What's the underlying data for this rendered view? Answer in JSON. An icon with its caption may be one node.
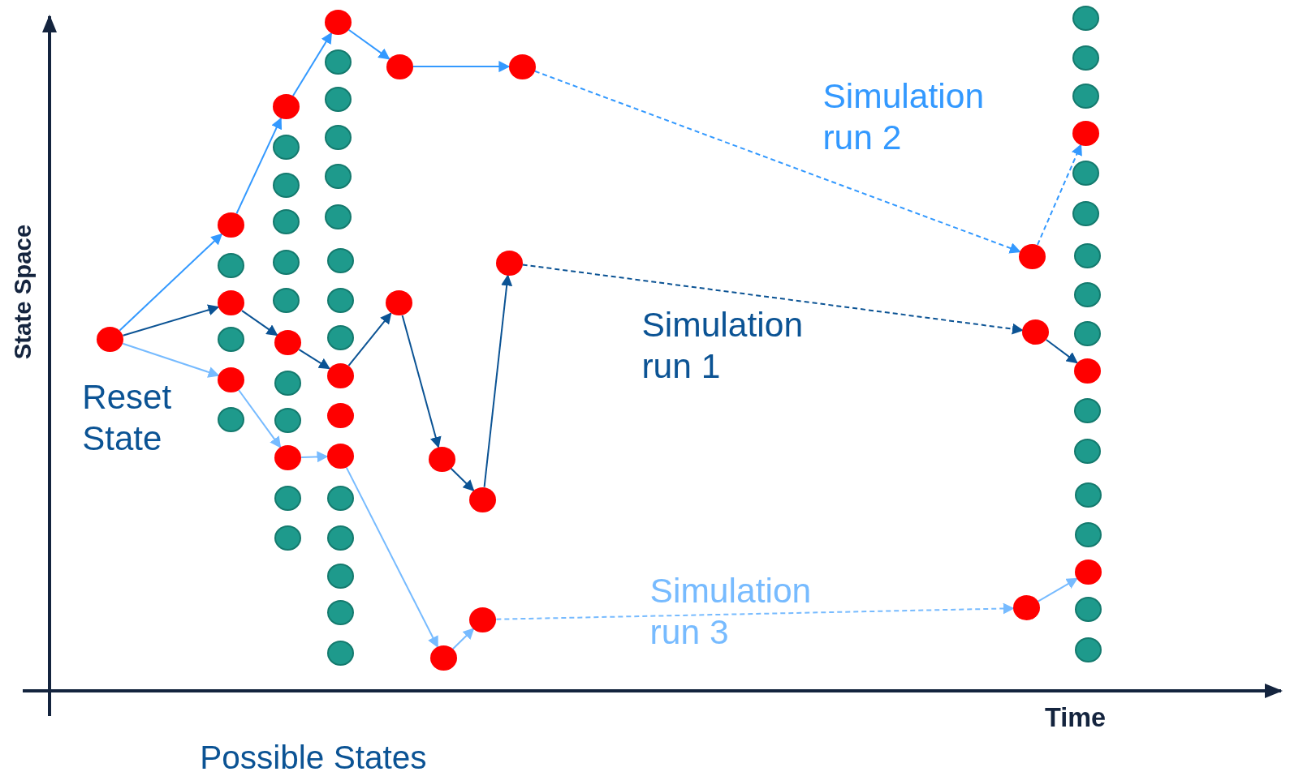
{
  "diagram": {
    "nodes": [
      {
        "text": [],
        "shape": "circle",
        "beside": [
          "Reset State"
        ]
      },
      {
        "text": [],
        "shape": "circle"
      },
      {
        "text": [],
        "shape": "circle"
      },
      {
        "text": [],
        "shape": "circle"
      },
      {
        "text": [],
        "shape": "circle"
      },
      {
        "text": [],
        "shape": "circle"
      },
      {
        "text": [],
        "shape": "circle"
      },
      {
        "text": [],
        "shape": "circle"
      },
      {
        "text": [],
        "shape": "circle"
      },
      {
        "text": [],
        "shape": "circle"
      },
      {
        "text": [],
        "shape": "circle"
      },
      {
        "text": [],
        "shape": "circle"
      },
      {
        "text": [],
        "shape": "circle"
      },
      {
        "text": [],
        "shape": "circle"
      },
      {
        "text": [],
        "shape": "circle"
      },
      {
        "text": [],
        "shape": "circle"
      },
      {
        "text": [],
        "shape": "circle"
      },
      {
        "text": [],
        "shape": "circle"
      },
      {
        "text": [],
        "shape": "circle"
      },
      {
        "text": [],
        "shape": "circle"
      },
      {
        "text": [],
        "shape": "circle"
      },
      {
        "text": [],
        "shape": "circle"
      },
      {
        "text": [],
        "shape": "circle"
      },
      {
        "text": [],
        "shape": "circle"
      },
      {
        "text": [],
        "shape": "circle"
      },
      {
        "text": [],
        "shape": "circle"
      },
      {
        "text": [],
        "shape": "circle"
      },
      {
        "text": [],
        "shape": "circle"
      },
      {
        "text": [],
        "shape": "circle"
      },
      {
        "text": [],
        "shape": "circle"
      },
      {
        "text": [],
        "shape": "circle"
      },
      {
        "text": [],
        "shape": "circle"
      },
      {
        "text": [],
        "shape": "circle"
      },
      {
        "text": [],
        "shape": "circle"
      },
      {
        "text": [],
        "shape": "circle"
      },
      {
        "text": [],
        "shape": "circle"
      },
      {
        "text": [],
        "shape": "circle"
      },
      {
        "text": [],
        "shape": "circle"
      },
      {
        "text": [],
        "shape": "circle"
      },
      {
        "text": [],
        "shape": "circle"
      },
      {
        "text": [],
        "shape": "circle"
      },
      {
        "text": [],
        "shape": "circle"
      },
      {
        "text": [],
        "shape": "circle"
      },
      {
        "text": [],
        "shape": "circle"
      },
      {
        "text": [],
        "shape": "circle"
      },
      {
        "text": [],
        "shape": "circle"
      },
      {
        "text": [],
        "shape": "circle"
      },
      {
        "text": [],
        "shape": "circle"
      },
      {
        "text": [],
        "shape": "circle"
      },
      {
        "text": [],
        "shape": "circle"
      },
      {
        "text": [],
        "shape": "circle"
      },
      {
        "text": [],
        "shape": "circle"
      },
      {
        "text": [],
        "shape": "circle"
      },
      {
        "text": [],
        "shape": "circle"
      },
      {
        "text": [],
        "shape": "circle"
      },
      {
        "text": [],
        "shape": "circle"
      },
      {
        "text": [],
        "shape": "circle"
      },
      {
        "text": [],
        "shape": "circle"
      },
      {
        "text": [],
        "shape": "circle"
      },
      {
        "text": [],
        "shape": "circle"
      },
      {
        "text": [],
        "shape": "circle"
      },
      {
        "text": [],
        "shape": "circle"
      },
      {
        "text": [],
        "shape": "circle"
      },
      {
        "text": [],
        "shape": "circle"
      }
    ],
    "edges": [
      {
        "from": 0,
        "to": 1,
        "arrow": "to",
        "color": "#3399ff"
      },
      {
        "from": 1,
        "to": 7,
        "arrow": "to",
        "color": "#3399ff"
      },
      {
        "from": 7,
        "to": 19,
        "arrow": "to",
        "color": "#3399ff"
      },
      {
        "from": 19,
        "to": 37,
        "arrow": "to",
        "color": "#3399ff"
      },
      {
        "from": 37,
        "to": 43,
        "arrow": "to",
        "color": "#3399ff"
      },
      {
        "from": 43,
        "to": 45,
        "arrow": "to",
        "style": "dashed",
        "color": "#3399ff"
      },
      {
        "from": 45,
        "to": 50,
        "arrow": "to",
        "style": "dashed",
        "color": "#3399ff"
      },
      {
        "from": 0,
        "to": 3,
        "arrow": "to",
        "color": "#0b5394"
      },
      {
        "from": 3,
        "to": 13,
        "arrow": "to",
        "color": "#0b5394"
      },
      {
        "from": 13,
        "to": 28,
        "arrow": "to",
        "color": "#0b5394"
      },
      {
        "from": 28,
        "to": 36,
        "arrow": "to",
        "color": "#0b5394"
      },
      {
        "from": 36,
        "to": 38,
        "arrow": "to",
        "color": "#0b5394"
      },
      {
        "from": 38,
        "to": 40,
        "arrow": "to",
        "color": "#0b5394"
      },
      {
        "from": 40,
        "to": 42,
        "arrow": "to",
        "color": "#0b5394"
      },
      {
        "from": 42,
        "to": 46,
        "arrow": "to",
        "style": "dashed",
        "color": "#0b5394"
      },
      {
        "from": 46,
        "to": 56,
        "arrow": "to",
        "color": "#0b5394"
      },
      {
        "from": 0,
        "to": 5,
        "arrow": "to",
        "color": "#77bbff"
      },
      {
        "from": 5,
        "to": 16,
        "arrow": "to",
        "color": "#77bbff"
      },
      {
        "from": 16,
        "to": 30,
        "arrow": "to",
        "color": "#77bbff"
      },
      {
        "from": 30,
        "to": 39,
        "arrow": "to",
        "color": "#77bbff"
      },
      {
        "from": 39,
        "to": 41,
        "arrow": "to",
        "color": "#77bbff"
      },
      {
        "from": 41,
        "to": 44,
        "arrow": "to",
        "style": "dashed",
        "color": "#77bbff"
      },
      {
        "from": 44,
        "to": 61,
        "arrow": "to",
        "color": "#77bbff"
      }
    ],
    "labels": [
      "Simulation run 2",
      "Simulation run 1",
      "Simulation run 3",
      "State Space",
      "Time",
      "Possible States"
    ]
  }
}
